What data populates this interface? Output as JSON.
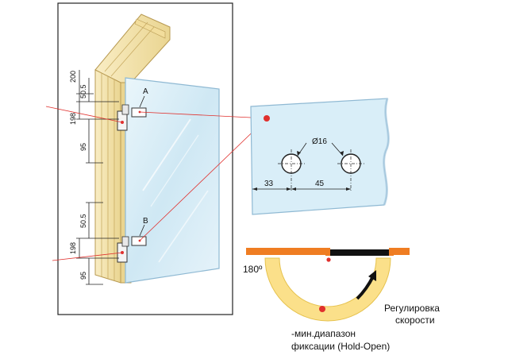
{
  "left_panel": {
    "dims": {
      "top_200": "200",
      "top_50_5": "50.5",
      "top_198": "198",
      "top_95": "95",
      "bot_50_5": "50.5",
      "bot_198": "198",
      "bot_95": "95"
    },
    "hinge_a_label": "A",
    "hinge_b_label": "B"
  },
  "detail": {
    "diameter_label": "Ø16",
    "dim_33": "33",
    "dim_45": "45"
  },
  "hold_open": {
    "angle_label": "180º",
    "speed_label_line1": "Регулировка",
    "speed_label_line2": "скорости",
    "range_label_line1": "-мин.диапазон",
    "range_label_line2": "фиксации (Hold-Open)"
  },
  "colors": {
    "wood": "#f7e7b4",
    "wood_dark": "#d9bf72",
    "glass": "#d9eef8",
    "glass_edge": "#8fb9d3",
    "red": "#e0302d",
    "orange": "#ef7d22",
    "arc_fill": "#fbe08a"
  }
}
